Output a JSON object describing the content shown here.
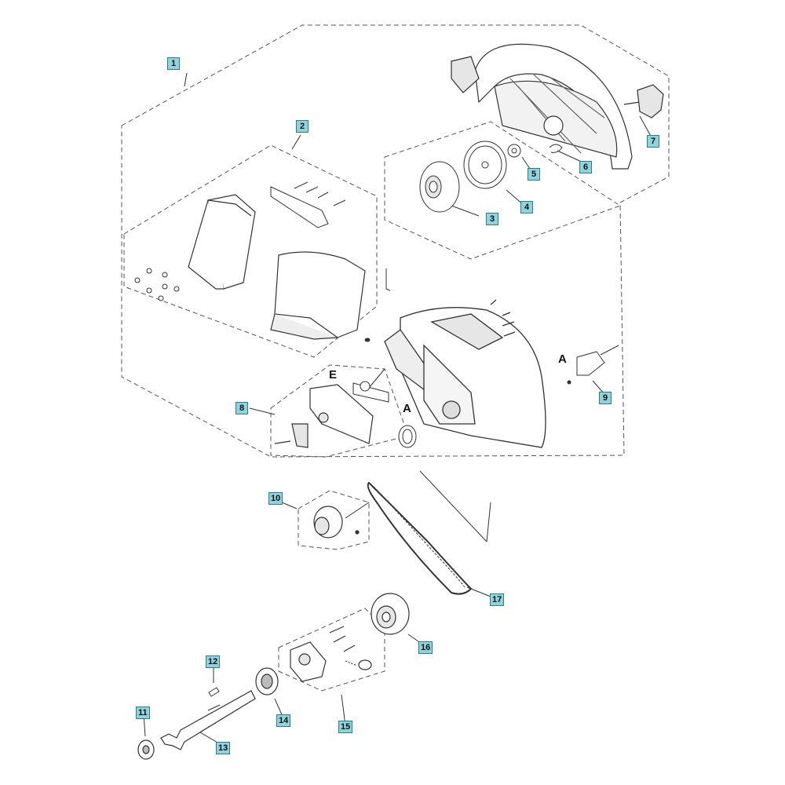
{
  "callouts": {
    "c1": "1",
    "c2": "2",
    "c3": "3",
    "c4": "4",
    "c5": "5",
    "c6": "6",
    "c7": "7",
    "c8": "8",
    "c9": "9",
    "c10": "10",
    "c11": "11",
    "c12": "12",
    "c13": "13",
    "c14": "14",
    "c15": "15",
    "c16": "16",
    "c17": "17"
  },
  "letters": {
    "e": "E",
    "a1": "A",
    "a2": "A"
  },
  "colors": {
    "line": "#333333",
    "dash": "#555555",
    "callout_fill": "#8fd3dc",
    "callout_border": "#2a7f8a",
    "part_fill": "#ffffff",
    "shade": "#d9d9d9"
  }
}
